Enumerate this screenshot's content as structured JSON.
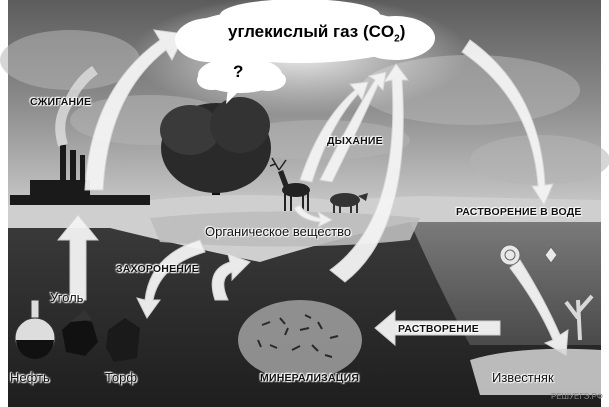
{
  "cloud": {
    "text": "углекислый газ (CO",
    "subscript": "2",
    "close": ")",
    "question": "?"
  },
  "labels": {
    "burning": "СЖИГАНИЕ",
    "respiration": "ДЫХАНИЕ",
    "dissolution_water": "РАСТВОРЕНИЕ В ВОДЕ",
    "organic_matter": "Органическое вещество",
    "burial": "ЗАХОРОНЕНИЕ",
    "coal": "Уголь",
    "oil": "Нефть",
    "peat": "Торф",
    "mineralization": "МИНЕРАЛИЗАЦИЯ",
    "dissolution": "РАСТВОРЕНИЕ",
    "limestone": "Известняк"
  },
  "watermark": "РЕШУЕГЭ.РФ"
}
